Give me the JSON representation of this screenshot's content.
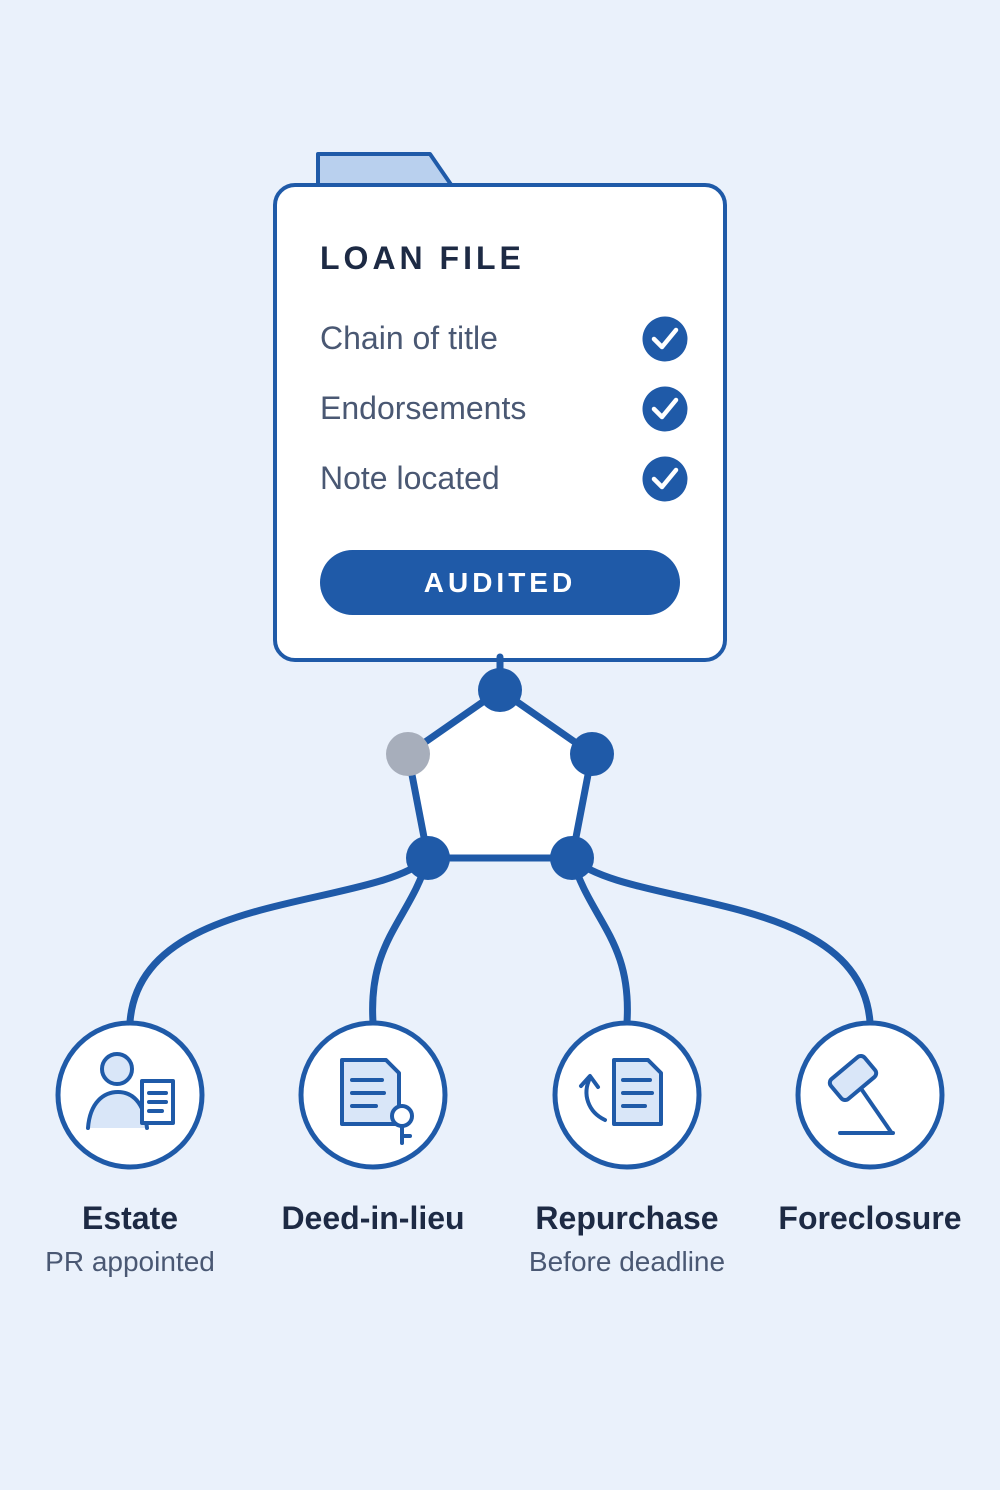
{
  "colors": {
    "background": "#eaf1fb",
    "primary": "#1f5aa8",
    "tab_fill": "#b9d0ee",
    "icon_fill": "#d9e6f8",
    "inactive_node": "#a7aebb",
    "title_text": "#1d2a44",
    "body_text": "#4a5873"
  },
  "loan_file": {
    "title": "LOAN FILE",
    "checklist": [
      {
        "label": "Chain of title",
        "checked": true
      },
      {
        "label": "Endorsements",
        "checked": true
      },
      {
        "label": "Note located",
        "checked": true
      }
    ],
    "status_badge": "AUDITED"
  },
  "options": [
    {
      "title": "Estate",
      "subtitle": "PR appointed",
      "icon": "person-document-icon"
    },
    {
      "title": "Deed-in-lieu",
      "subtitle": "",
      "icon": "deed-key-icon"
    },
    {
      "title": "Repurchase",
      "subtitle": "Before deadline",
      "icon": "return-document-icon"
    },
    {
      "title": "Foreclosure",
      "subtitle": "",
      "icon": "gavel-icon"
    }
  ]
}
